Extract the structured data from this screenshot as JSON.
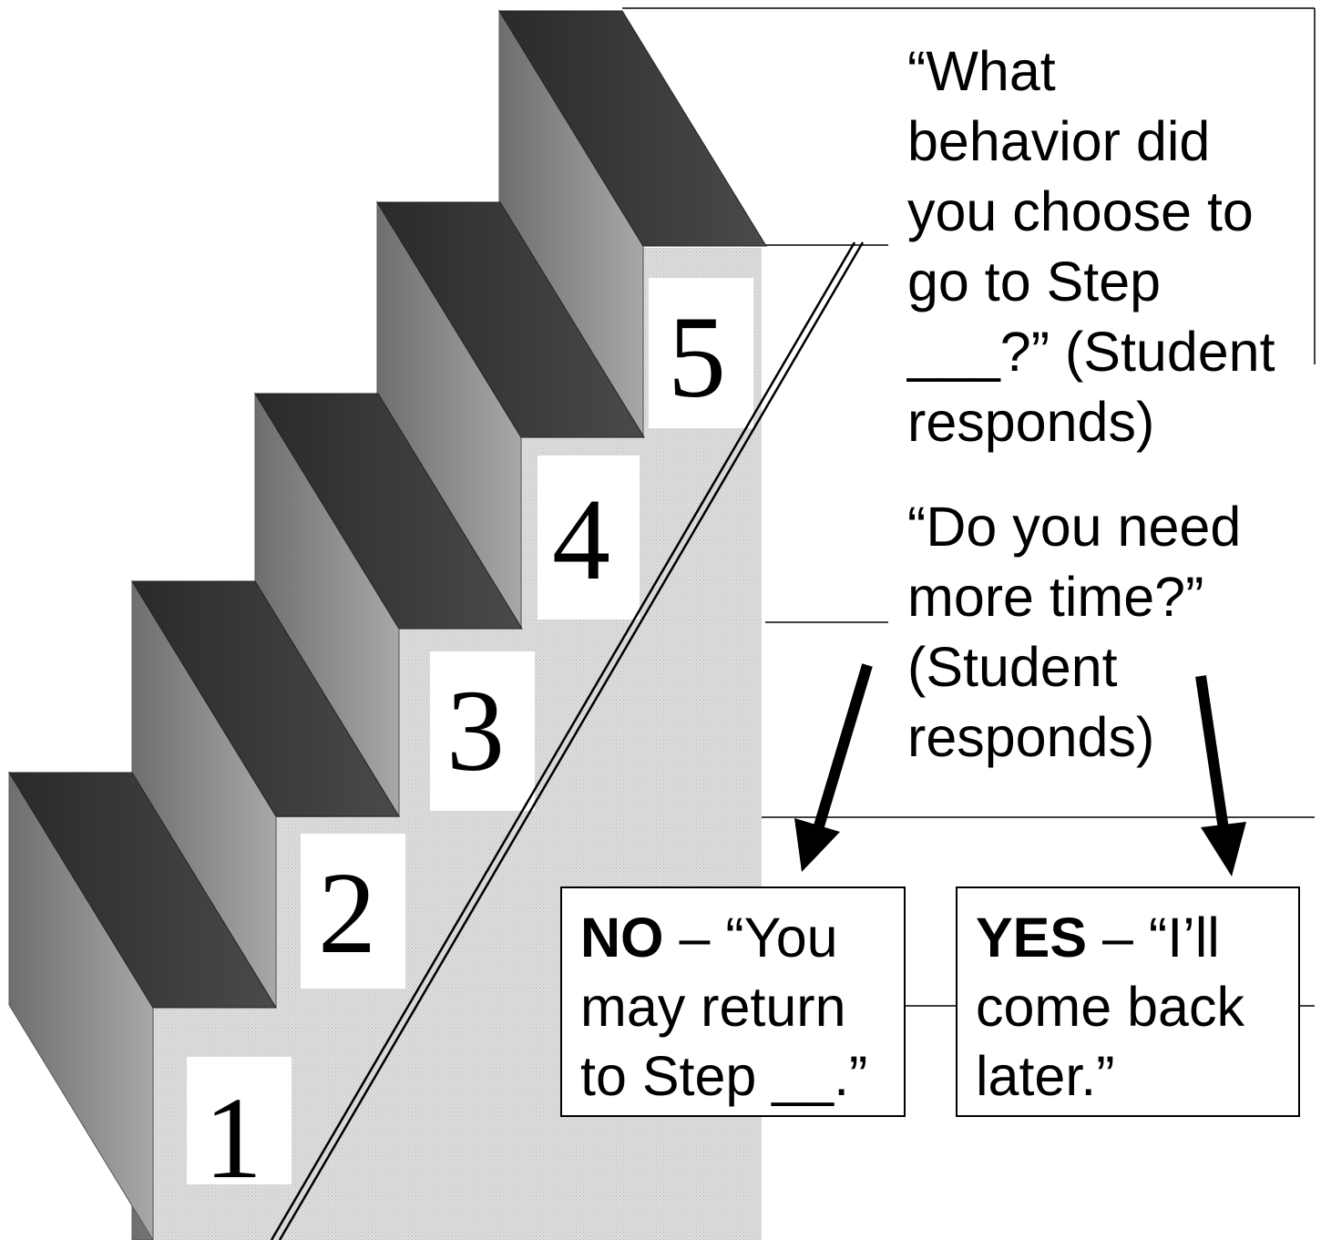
{
  "steps": [
    {
      "label": "1"
    },
    {
      "label": "2"
    },
    {
      "label": "3"
    },
    {
      "label": "4"
    },
    {
      "label": "5"
    }
  ],
  "question1": {
    "line1": "“What",
    "line2": "behavior did",
    "line3": "you choose to",
    "line4": "go to Step",
    "line5": "___?” (Student",
    "line6": "responds)"
  },
  "question2": {
    "line1": "“Do you need",
    "line2": "more time?”",
    "line3": "(Student",
    "line4": "responds)"
  },
  "no_box": {
    "keyword": "NO",
    "rest1": " – “You",
    "line2": "may return",
    "line3": "to Step __.”"
  },
  "yes_box": {
    "keyword": "YES",
    "rest1": " – “I’ll",
    "line2": "come back",
    "line3": "later.”"
  },
  "colors": {
    "tread": "#3a3a3a",
    "riser_side": "#8c8c8c",
    "face": "#d6d6d6",
    "line": "#000000"
  }
}
